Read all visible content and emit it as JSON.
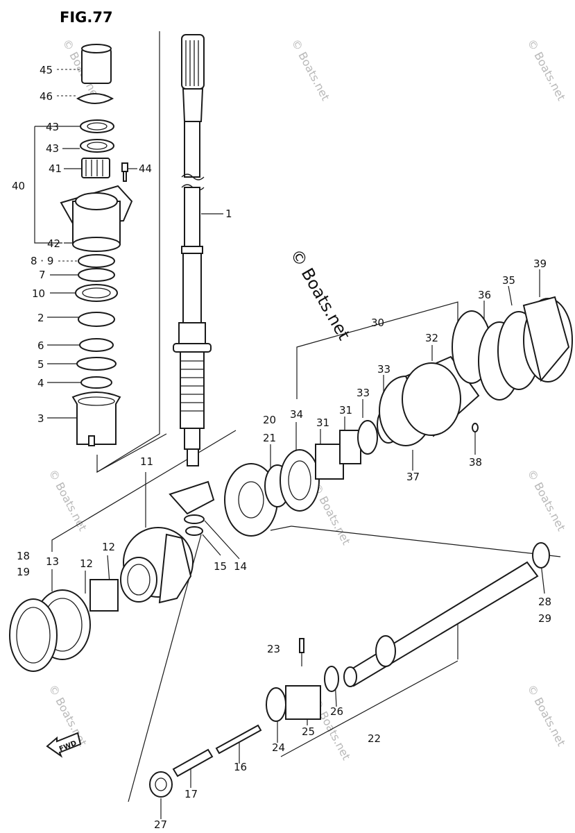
{
  "figure_title": "FIG.77",
  "watermark": "© Boats.net",
  "fwd_label": "FWD",
  "labels": {
    "p1": "1",
    "p2": "2",
    "p3": "3",
    "p4": "4",
    "p5": "5",
    "p6": "6",
    "p7": "7",
    "p8_9": "8 · 9",
    "p10": "10",
    "p11": "11",
    "p12a": "12",
    "p12b": "12",
    "p13": "13",
    "p14": "14",
    "p15": "15",
    "p16": "16",
    "p17": "17",
    "p18": "18",
    "p19": "19",
    "p20": "20",
    "p21": "21",
    "p22": "22",
    "p23": "23",
    "p24": "24",
    "p25": "25",
    "p26": "26",
    "p27": "27",
    "p28": "28",
    "p29": "29",
    "p30": "30",
    "p31a": "31",
    "p31b": "31",
    "p32": "32",
    "p33a": "33",
    "p33b": "33",
    "p34": "34",
    "p35": "35",
    "p36": "36",
    "p37": "37",
    "p38": "38",
    "p39": "39",
    "p40": "40",
    "p41": "41",
    "p42": "42",
    "p43a": "43",
    "p43b": "43",
    "p44": "44",
    "p45": "45",
    "p46": "46"
  }
}
